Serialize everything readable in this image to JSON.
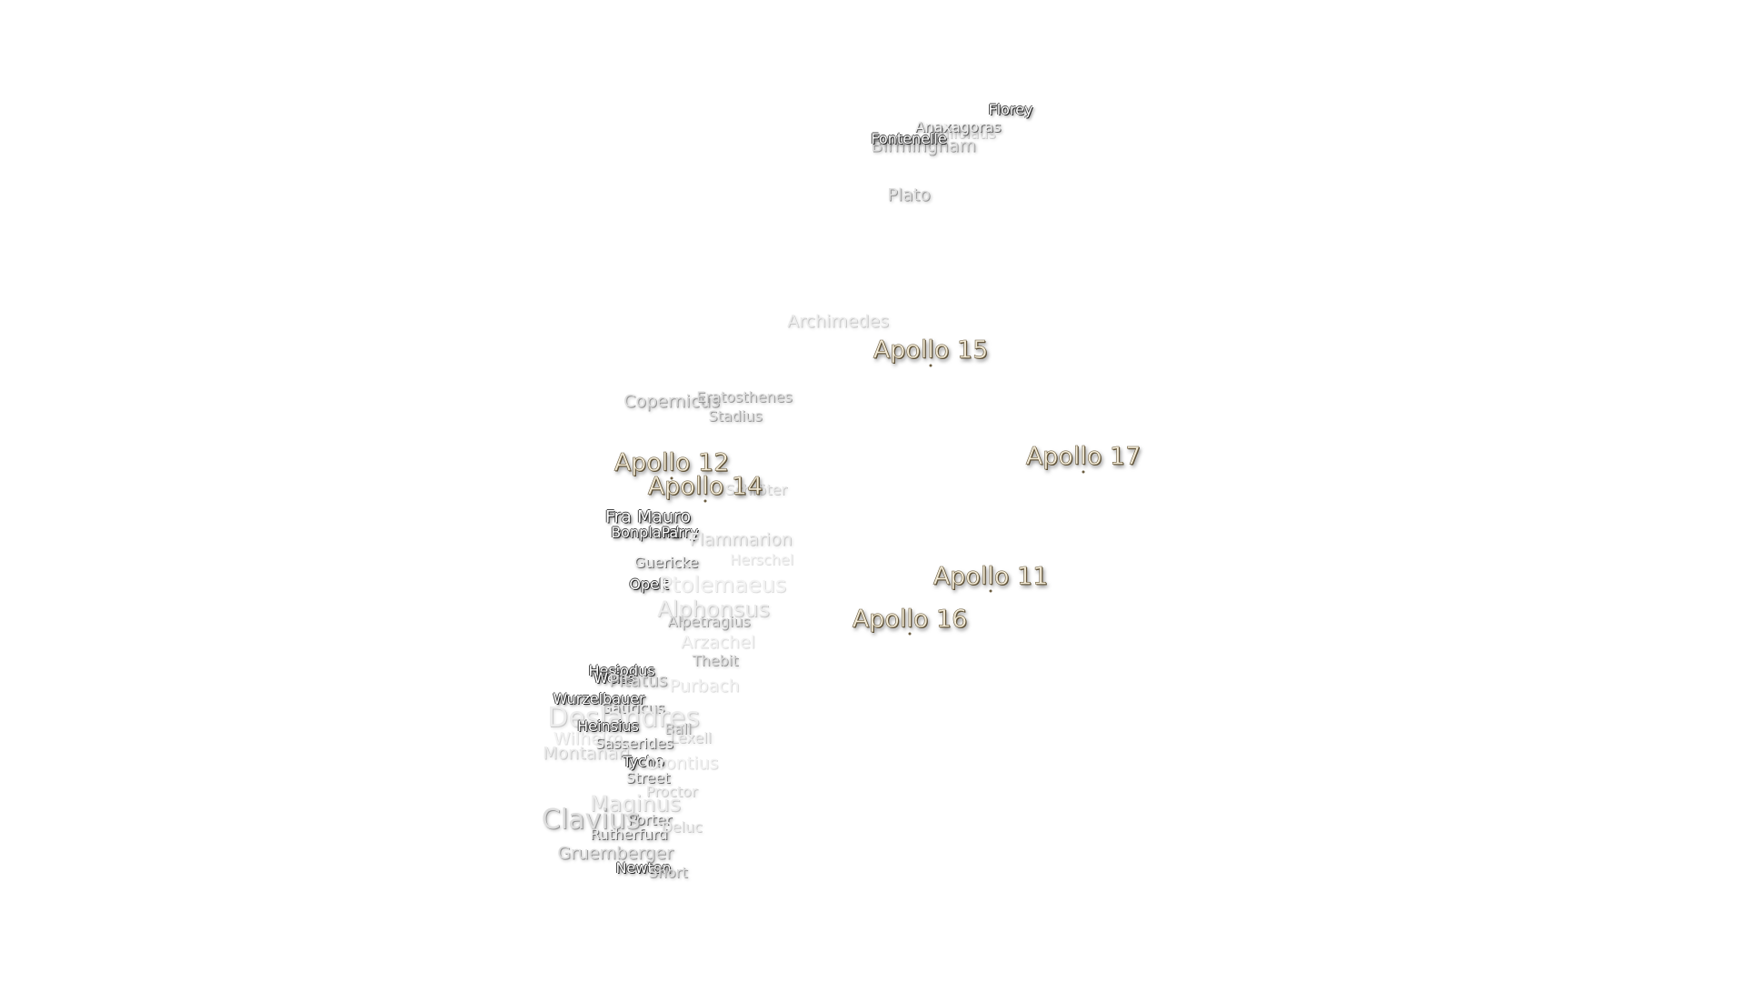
{
  "apollo_sites": [
    {
      "id": "a15",
      "label": "Apollo 15"
    },
    {
      "id": "a17",
      "label": "Apollo 17"
    },
    {
      "id": "a12",
      "label": "Apollo 12"
    },
    {
      "id": "a14",
      "label": "Apollo 14"
    },
    {
      "id": "a11",
      "label": "Apollo 11"
    },
    {
      "id": "a16",
      "label": "Apollo 16"
    }
  ],
  "craters": {
    "florey": "Florey",
    "anaxagoras": "Anaxagoras",
    "fontenelle": "Fontenelle",
    "birmingham": "Birmingham",
    "philolaus": "Philolaus",
    "plato": "Plato",
    "archimedes": "Archimedes",
    "copernicus": "Copernicus",
    "eratosthenes": "Eratosthenes",
    "stadius": "Stadius",
    "schroter": "Schröter",
    "fra_mauro": "Fra Mauro",
    "bonpland": "Bonpland",
    "parry": "Parry",
    "flammarion": "Flammarion",
    "guericke": "Guericke",
    "herschel": "Herschel",
    "opelt": "Opelt",
    "ptolemaeus": "Ptolemaeus",
    "alphonsus": "Alphonsus",
    "alpetragius": "Alpetragius",
    "arzachel": "Arzachel",
    "thebit": "Thebit",
    "hesiodus": "Hesiodus",
    "weiss": "Weiss",
    "pitatus": "Pitatus",
    "purbach": "Purbach",
    "wurzelbauer": "Wurzelbauer",
    "gauricus": "Gauricus",
    "deslandres": "Deslandres",
    "heinsius": "Heinsius",
    "ball": "Ball",
    "wilhelm": "Wilhelm",
    "lexell": "Lexell",
    "sasserides": "Sasserides",
    "montanari": "Montanari",
    "tycho": "Tycho",
    "orontius": "Orontius",
    "street": "Street",
    "proctor": "Proctor",
    "maginus": "Maginus",
    "porter": "Porter",
    "clavius": "Clavius",
    "rutherfurd": "Rutherfurd",
    "deluc": "Deluc",
    "gruemberger": "Gruemberger",
    "newton": "Newton",
    "short": "Short"
  }
}
